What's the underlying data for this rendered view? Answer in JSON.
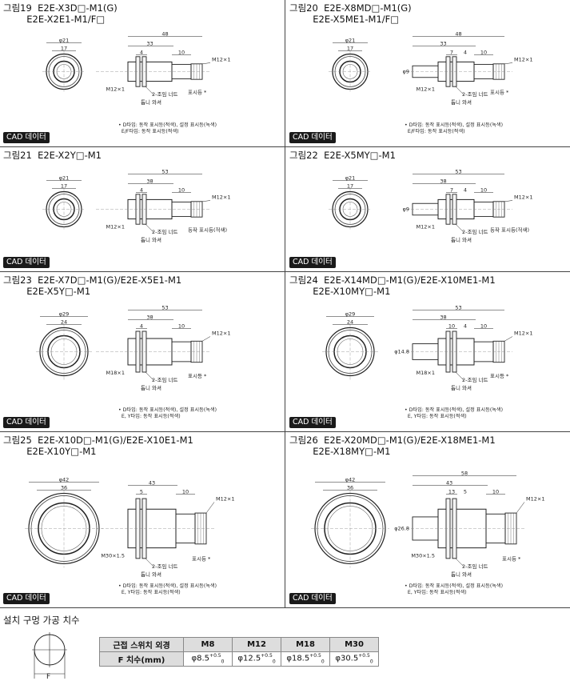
{
  "figures": [
    {
      "caption": "그림19  E2E-X3D□-M1(G)\n        E2E-X2E1-M1/F□",
      "dims": {
        "face_d": "φ21",
        "face_inner": "17",
        "total": "48",
        "mid": "33",
        "a": "4",
        "b": "10",
        "thread_r": "M12×1",
        "thread_l": "M12×1",
        "nut": "2-조임 너트",
        "washer": "톱니 와셔",
        "ind": "표시등 *"
      },
      "notes": "• D타입: 동작 표시등(적색), 설정 표시등(녹색)\n  E/F타입: 동작 표시등(적색)"
    },
    {
      "caption": "그림20  E2E-X8MD□-M1(G)\n        E2E-X5ME1-M1/F□",
      "dims": {
        "face_d": "φ21",
        "face_inner": "17",
        "total": "48",
        "mid": "33",
        "a": "7",
        "b": "4",
        "c": "10",
        "phi": "φ9",
        "thread_r": "M12×1",
        "thread_l": "M12×1",
        "nut": "2-조임 너트",
        "washer": "톱니 와셔",
        "ind": "표시등 *"
      },
      "notes": "• D타입: 동작 표시등(적색), 설정 표시등(녹색)\n  E/F타입: 동작 표시등(적색)"
    },
    {
      "caption": "그림21  E2E-X2Y□-M1",
      "dims": {
        "face_d": "φ21",
        "face_inner": "17",
        "total": "53",
        "mid": "38",
        "a": "4",
        "b": "10",
        "thread_r": "M12×1",
        "thread_l": "M12×1",
        "nut": "2-조임 너트",
        "washer": "톱니 와셔",
        "ind": "동작 표시등(적색)"
      },
      "notes": ""
    },
    {
      "caption": "그림22  E2E-X5MY□-M1",
      "dims": {
        "face_d": "φ21",
        "face_inner": "17",
        "total": "53",
        "mid": "38",
        "a": "7",
        "b": "4",
        "c": "10",
        "phi": "φ9",
        "thread_r": "M12×1",
        "thread_l": "M12×1",
        "nut": "2-조임 너트",
        "washer": "톱니 와셔",
        "ind": "동작 표시등(적색)"
      },
      "notes": ""
    },
    {
      "caption": "그림23  E2E-X7D□-M1(G)/E2E-X5E1-M1\n        E2E-X5Y□-M1",
      "dims": {
        "face_d": "φ29",
        "face_inner": "24",
        "total": "53",
        "mid": "38",
        "a": "4",
        "b": "10",
        "thread_r": "M12×1",
        "thread_l": "M18×1",
        "nut": "2-조임 너트",
        "washer": "톱니 와셔",
        "ind": "표시등 *"
      },
      "notes": "• D타입: 동작 표시등(적색), 설정 표시등(녹색)\n  E, Y타입: 동작 표시등(적색)"
    },
    {
      "caption": "그림24  E2E-X14MD□-M1(G)/E2E-X10ME1-M1\n        E2E-X10MY□-M1",
      "dims": {
        "face_d": "φ29",
        "face_inner": "24",
        "total": "53",
        "mid": "38",
        "a": "10",
        "b": "4",
        "c": "10",
        "phi": "φ14.8",
        "thread_r": "M12×1",
        "thread_l": "M18×1",
        "nut": "2-조임 너트",
        "washer": "톱니 와셔",
        "ind": "표시등 *"
      },
      "notes": "• D타입: 동작 표시등(적색), 설정 표시등(녹색)\n  E, Y타입: 동작 표시등(적색)"
    },
    {
      "caption": "그림25  E2E-X10D□-M1(G)/E2E-X10E1-M1\n        E2E-X10Y□-M1",
      "dims": {
        "face_d": "φ42",
        "face_inner": "36",
        "total": "",
        "mid": "43",
        "a": "5",
        "b": "10",
        "thread_r": "M12×1",
        "thread_l": "M30×1.5",
        "nut": "2-조임 너트",
        "washer": "톱니 와셔",
        "ind": "표시등 *"
      },
      "notes": "• D타입: 동작 표시등(적색), 설정 표시등(녹색)\n  E, Y타입: 동작 표시등(적색)"
    },
    {
      "caption": "그림26  E2E-X20MD□-M1(G)/E2E-X18ME1-M1\n        E2E-X18MY□-M1",
      "dims": {
        "face_d": "φ42",
        "face_inner": "36",
        "total": "58",
        "mid": "43",
        "a": "13",
        "b": "5",
        "c": "10",
        "phi": "φ26.8",
        "thread_r": "M12×1",
        "thread_l": "M30×1.5",
        "nut": "2-조임 너트",
        "washer": "톱니 와셔",
        "ind": "표시등 *"
      },
      "notes": "• D타입: 동작 표시등(적색), 설정 표시등(녹색)\n  E, Y타입: 동작 표시등(적색)"
    }
  ],
  "cad_label": "CAD 데이터",
  "mount": {
    "title": "설치 구멍 가공 치수",
    "f_label": "F",
    "header_label": "근접 스위치 외경",
    "row_label": "F 치수(mm)",
    "columns": [
      "M8",
      "M12",
      "M18",
      "M30"
    ],
    "values": [
      "φ8.5",
      "φ12.5",
      "φ18.5",
      "φ30.5"
    ],
    "tol_plus": "+0.5",
    "tol_zero": "0"
  }
}
